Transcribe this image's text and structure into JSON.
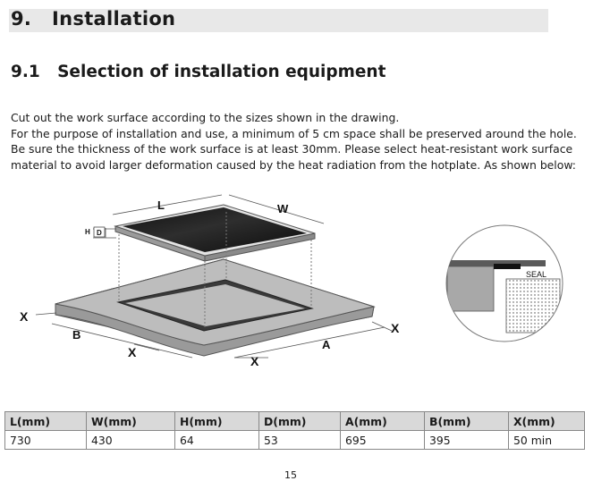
{
  "section": {
    "number": "9.",
    "title": "Installation"
  },
  "subsection": {
    "number": "9.1",
    "title": "Selection of installation equipment"
  },
  "paragraph": [
    "Cut out the work surface according to the sizes shown in the drawing.",
    "For the purpose of installation and use, a minimum of 5 cm space shall be preserved around the hole.",
    "Be sure the thickness of the work surface is at least 30mm. Please select heat-resistant work surface",
    "material to avoid larger deformation caused by the heat radiation from the hotplate. As shown below:"
  ],
  "drawing_labels": {
    "L": "L",
    "W": "W",
    "H": "H",
    "D": "D",
    "A": "A",
    "B": "B",
    "X": "X",
    "seal": "SEAL"
  },
  "table": {
    "headers": [
      "L(mm)",
      "W(mm)",
      "H(mm)",
      "D(mm)",
      "A(mm)",
      "B(mm)",
      "X(mm)"
    ],
    "rows": [
      [
        "730",
        "430",
        "64",
        "53",
        "695",
        "395",
        "50 min"
      ]
    ]
  },
  "page_number": "15"
}
